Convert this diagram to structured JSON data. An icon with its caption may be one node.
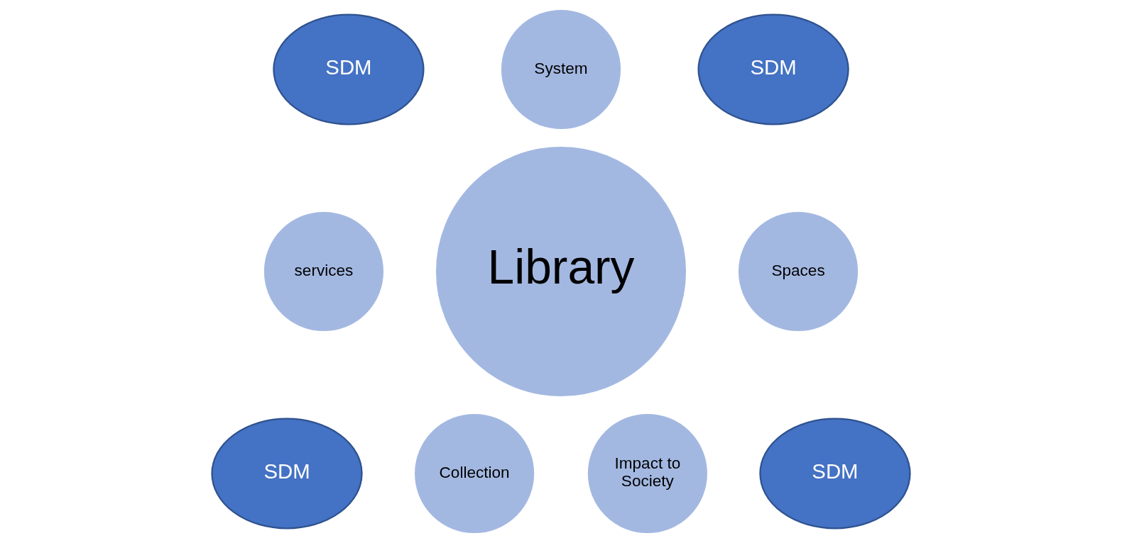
{
  "diagram": {
    "nodes": [
      {
        "text": [
          "SDM"
        ]
      },
      {
        "text": [
          "System"
        ]
      },
      {
        "text": [
          "SDM"
        ]
      },
      {
        "text": [
          "services"
        ]
      },
      {
        "text": [
          "Library"
        ]
      },
      {
        "text": [
          "Spaces"
        ]
      },
      {
        "text": [
          "SDM"
        ]
      },
      {
        "text": [
          "Collection"
        ]
      },
      {
        "text": [
          "Impact to Society"
        ]
      },
      {
        "text": [
          "SDM"
        ]
      }
    ]
  }
}
